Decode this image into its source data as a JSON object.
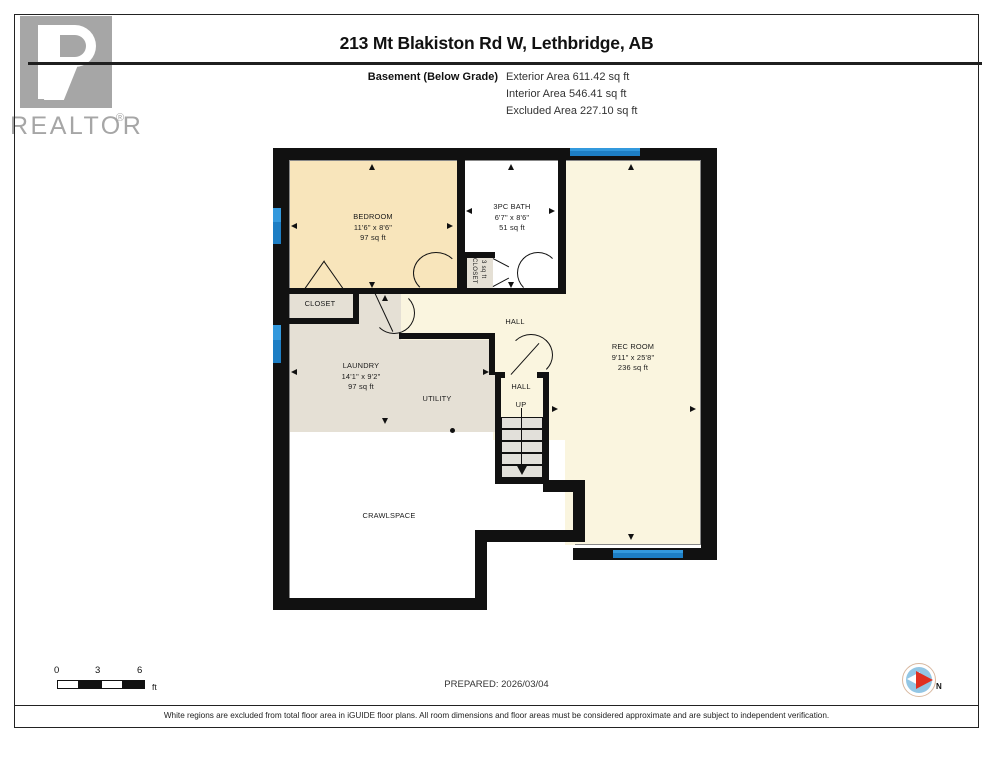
{
  "brand": {
    "logo_name": "realtor-logo",
    "wordmark": "REALTOR",
    "registered_mark": "®"
  },
  "header": {
    "address": "213 Mt Blakiston Rd W, Lethbridge, AB",
    "level_label": "Basement (Below Grade)",
    "areas": [
      "Exterior Area 611.42 sq ft",
      "Interior Area 546.41 sq ft",
      "Excluded Area 227.10 sq ft"
    ]
  },
  "floorplan": {
    "rooms": [
      {
        "id": "bedroom",
        "name": "BEDROOM",
        "dimensions": "11'6\" x 8'6\"",
        "area": "97 sq ft",
        "fill": "#f8e5bb"
      },
      {
        "id": "bath",
        "name": "3PC BATH",
        "dimensions": "6'7\" x 8'6\"",
        "area": "51 sq ft",
        "fill": "#ffffff"
      },
      {
        "id": "rec-room",
        "name": "REC ROOM",
        "dimensions": "9'11\" x 25'8\"",
        "area": "236 sq ft",
        "fill": "#faf5df"
      },
      {
        "id": "laundry",
        "name": "LAUNDRY",
        "dimensions": "14'1\" x 9'2\"",
        "area": "97 sq ft",
        "fill": "#e5e0d5"
      },
      {
        "id": "bath-closet",
        "name": "CLOSET",
        "dimensions": "",
        "area": "3 sq ft",
        "fill": "#e5e0d5"
      },
      {
        "id": "hall-closet",
        "name": "CLOSET",
        "dimensions": "",
        "area": "",
        "fill": "#e5e0d5"
      }
    ],
    "labels": {
      "hall": "HALL",
      "utility": "UTILITY",
      "crawlspace": "CRAWLSPACE",
      "stair_hall": "HALL",
      "stair_direction": "UP"
    },
    "colors": {
      "wall": "#111111",
      "window": "#3399dd",
      "included_warm": "#f8e5bb",
      "included_pale": "#faf5df",
      "excluded_grey": "#e5e0d5",
      "excluded_white": "#ffffff"
    }
  },
  "scale": {
    "ticks": [
      "0",
      "3",
      "6"
    ],
    "unit": "ft"
  },
  "compass": {
    "north_label": "N"
  },
  "prepared": "PREPARED: 2026/03/04",
  "disclaimer": "White regions are excluded from total floor area in iGUIDE floor plans. All room dimensions and floor areas must be considered approximate and are subject to independent verification."
}
